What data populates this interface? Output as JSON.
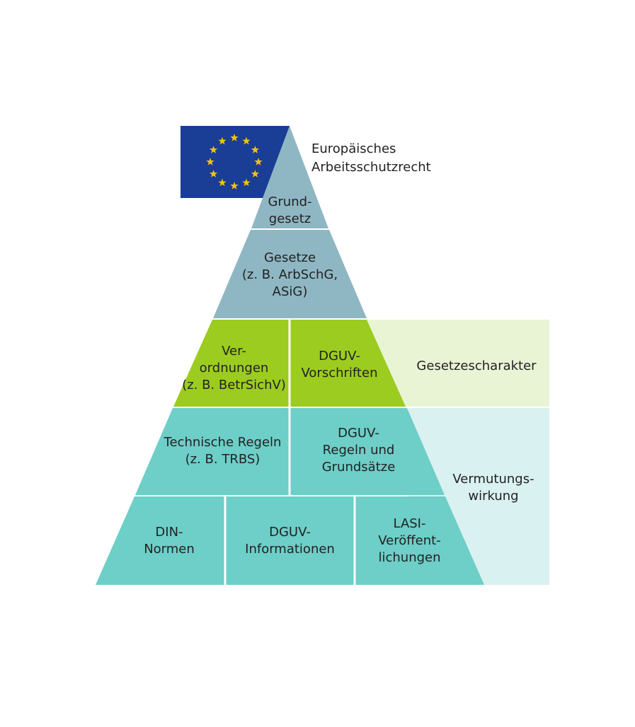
{
  "colors": {
    "eu_flag": "#1a3d96",
    "eu_star": "#f5c400",
    "top_tier": "#8fb7c3",
    "green_tier": "#9ccc1f",
    "teal_tier": "#6ecec8",
    "panel_green": "#e9f4d5",
    "panel_teal": "#daf1f1",
    "divider": "#ffffff"
  },
  "eu_label": "Europäisches\nArbeitsschutzrecht",
  "tiers": {
    "grundgesetz": "Grund-\ngesetz",
    "gesetze": "Gesetze\n(z. B. ArbSchG,\nASiG)",
    "verordnungen": "Ver-\nordnungen\n(z. B. BetrSichV)",
    "dguv_vorschriften": "DGUV-\nVorschriften",
    "technische_regeln": "Technische Regeln\n(z. B. TRBS)",
    "dguv_regeln": "DGUV-\nRegeln und\nGrundsätze",
    "din_normen": "DIN-\nNormen",
    "dguv_informationen": "DGUV-\nInformationen",
    "lasi": "LASI-\nVeröffent-\nlichungen"
  },
  "panels": {
    "gesetzescharakter": "Gesetzescharakter",
    "vermutungswirkung": "Vermutungs-\nwirkung"
  }
}
